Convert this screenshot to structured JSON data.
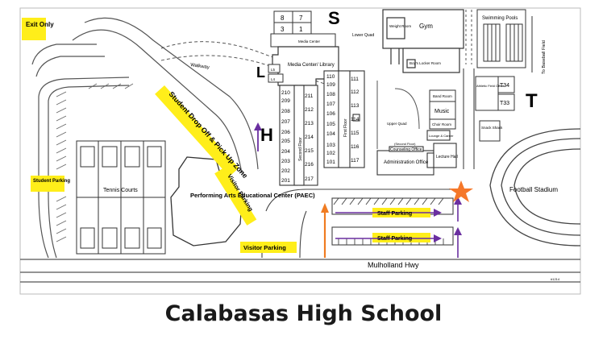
{
  "caption": "Calabasas High School",
  "zone_letters": {
    "s": "S",
    "l": "L",
    "h": "H",
    "t": "T"
  },
  "rooms_top": [
    "8",
    "7",
    "3",
    "1"
  ],
  "small_labels": {
    "media_center_small": "Media Center",
    "lower_quad": "Lower Quad",
    "weight_room": "Weight Room",
    "gym": "Gym",
    "swimming_pools": "Swimming Pools",
    "to_baseball": "To Baseball Field",
    "media_center": "Media Center/ Library",
    "l5": "L5",
    "l4": "L4",
    "walkway": "Walkway",
    "boys_locker": "Boy's Locker Room",
    "band_room": "Band Room",
    "music": "Music",
    "choir_room": "Choir Room",
    "upper_quad": "Upper Quad",
    "lounge": "Lounge & Career",
    "second_floor_note": "(Second Floor)",
    "counseling": "Counseling Office",
    "lecture_hall": "Lecture Hall",
    "admin": "Administration Office",
    "athletic_field": "Athletic Field Office",
    "t34": "T34",
    "t33": "T33",
    "snack_shack": "Snack Shack",
    "football": "Football Stadium",
    "tennis": "Tennis Courts",
    "paec": "Performing Arts Educational Center (PAEC)",
    "second_floor": "Second Floor",
    "first_floor": "First Floor",
    "mulholland": "Mulholland Hwy",
    "map_code": "#1214"
  },
  "callouts": {
    "exit": "Exit Only",
    "student_parking": "Student Parking",
    "drop_off": "Student Drop Off & Pick Up Zone",
    "visitor_diag": "Visitor Parking",
    "visitor": "Visitor Parking",
    "staff1": "Staff Parking",
    "staff2": "Staff Parking"
  },
  "h_rooms_left": [
    "210",
    "209",
    "208",
    "207",
    "206",
    "205",
    "204",
    "203",
    "202",
    "201"
  ],
  "h_rooms_mid": [
    "211",
    "212",
    "213",
    "214",
    "215",
    "216",
    "217"
  ],
  "h_rooms_first_a": [
    "110",
    "109",
    "108",
    "107",
    "106",
    "105",
    "104",
    "103",
    "102",
    "101"
  ],
  "h_rooms_first_b": [
    "111",
    "112",
    "113",
    "114",
    "115",
    "116",
    "117"
  ],
  "colors": {
    "highlight": "#ffee1a",
    "arrow_orange": "#f07c22",
    "arrow_purple": "#6a2fa0",
    "star": "#f5782a",
    "line": "#4a4a4a"
  }
}
